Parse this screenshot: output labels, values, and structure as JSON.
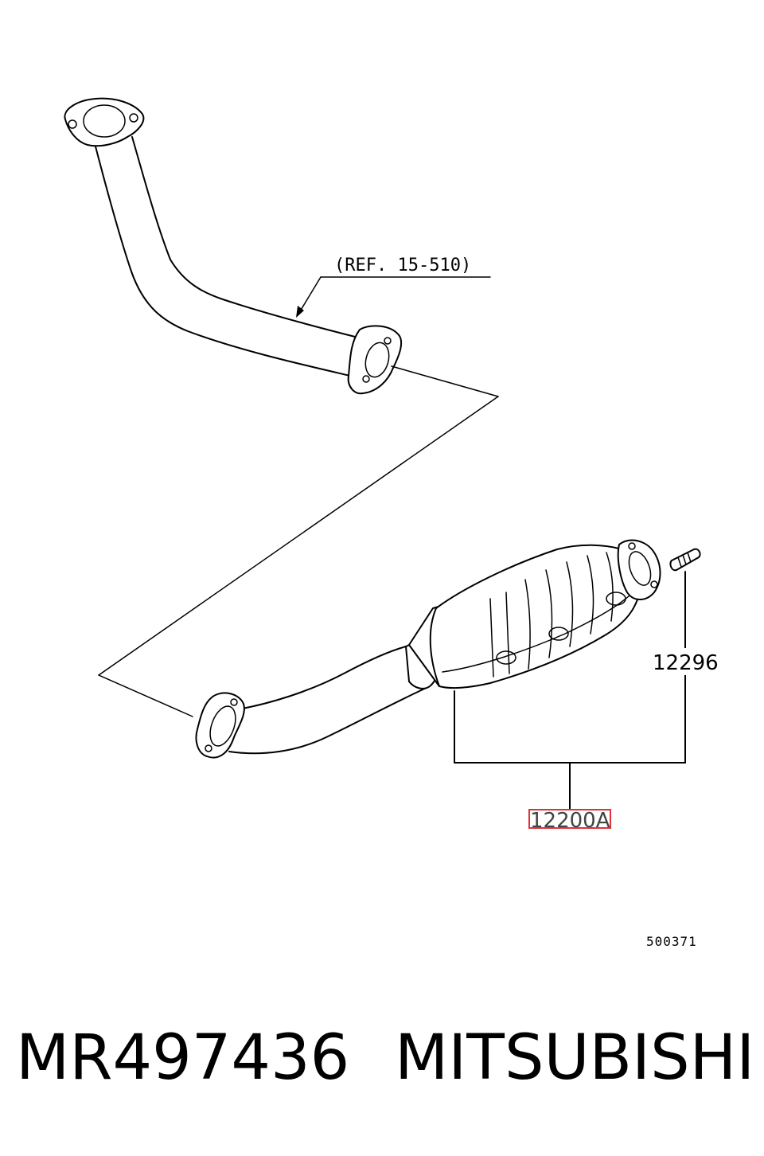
{
  "diagram": {
    "ref_label": "(REF. 15-510)",
    "labels": {
      "stud": "12296",
      "assembly": "12200A",
      "code": "500371"
    },
    "highlight_color": "#e0303a"
  },
  "footer": {
    "part_number": "MR497436",
    "manufacturer": "MITSUBISHI"
  }
}
